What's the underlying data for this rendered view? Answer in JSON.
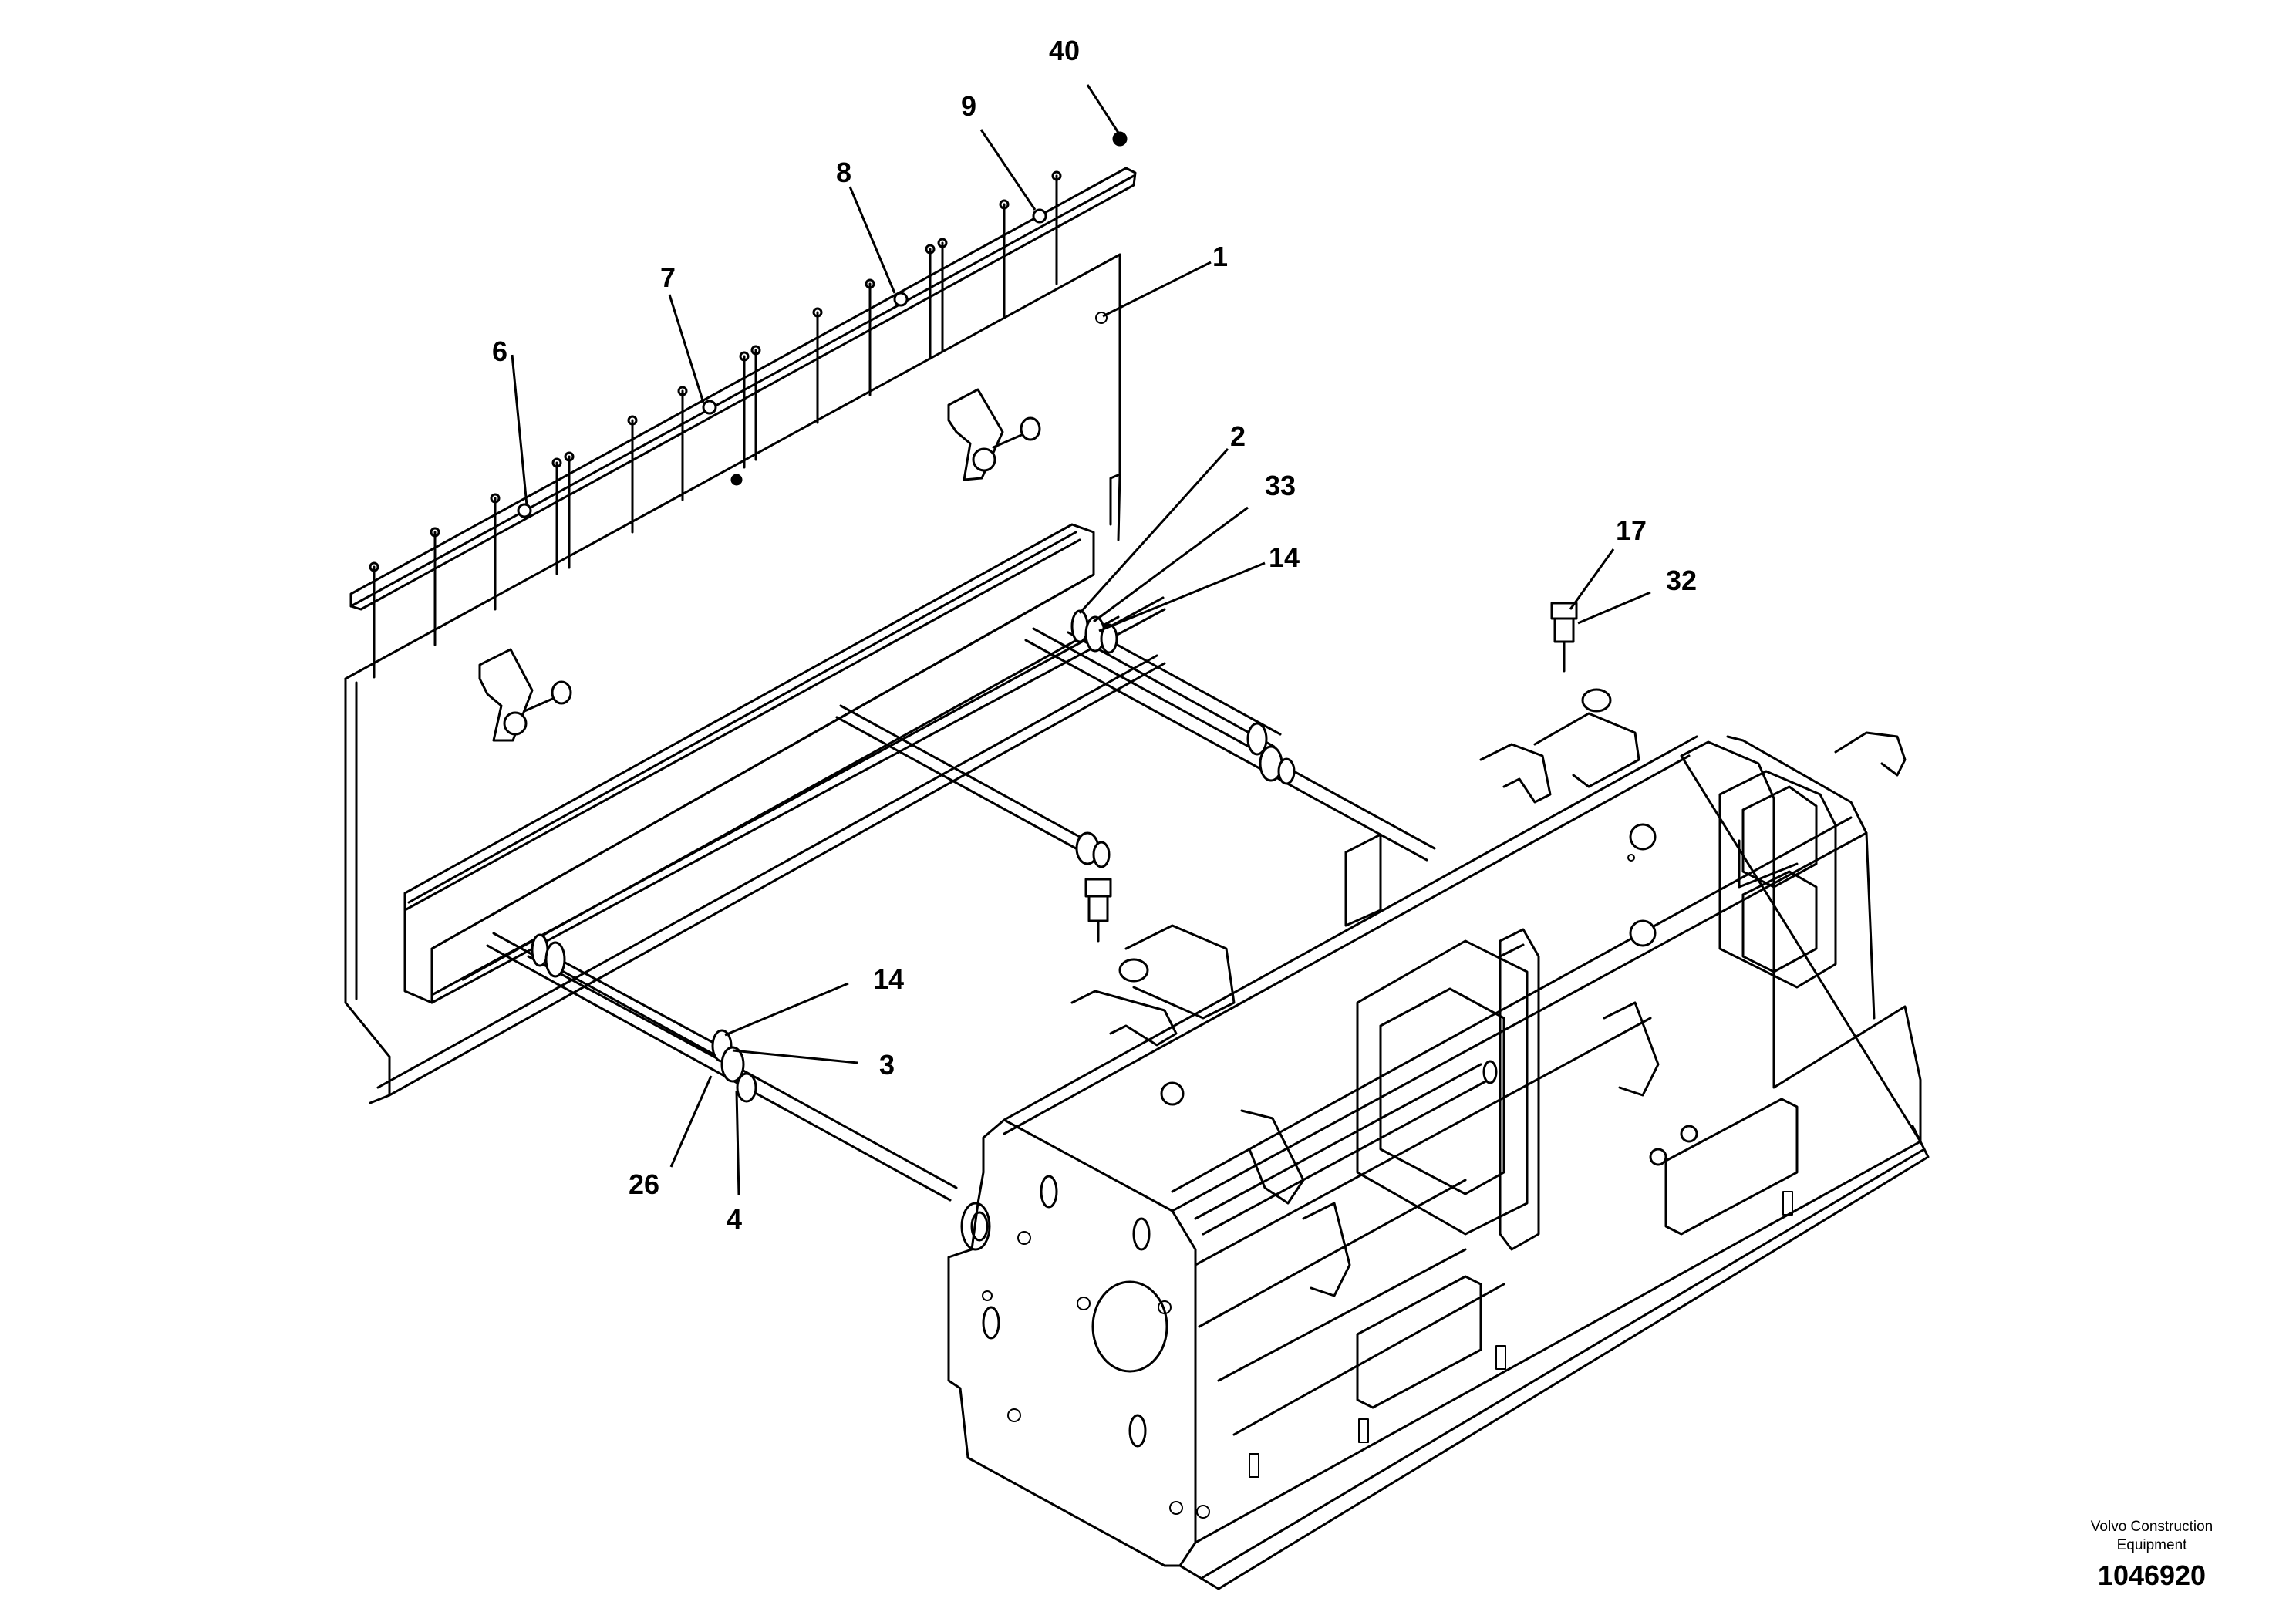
{
  "callouts": [
    {
      "id": "c1",
      "label": "1"
    },
    {
      "id": "c2",
      "label": "2"
    },
    {
      "id": "c3",
      "label": "3"
    },
    {
      "id": "c4",
      "label": "4"
    },
    {
      "id": "c6",
      "label": "6"
    },
    {
      "id": "c7",
      "label": "7"
    },
    {
      "id": "c8",
      "label": "8"
    },
    {
      "id": "c9",
      "label": "9"
    },
    {
      "id": "c14a",
      "label": "14"
    },
    {
      "id": "c14b",
      "label": "14"
    },
    {
      "id": "c17",
      "label": "17"
    },
    {
      "id": "c26",
      "label": "26"
    },
    {
      "id": "c32",
      "label": "32"
    },
    {
      "id": "c33",
      "label": "33"
    },
    {
      "id": "c40",
      "label": "40"
    }
  ],
  "title_block": {
    "brand_line1": "Volvo Construction",
    "brand_line2": "Equipment",
    "drawing_number": "1046920"
  },
  "colors": {
    "ink": "#000000",
    "paper": "#ffffff"
  }
}
